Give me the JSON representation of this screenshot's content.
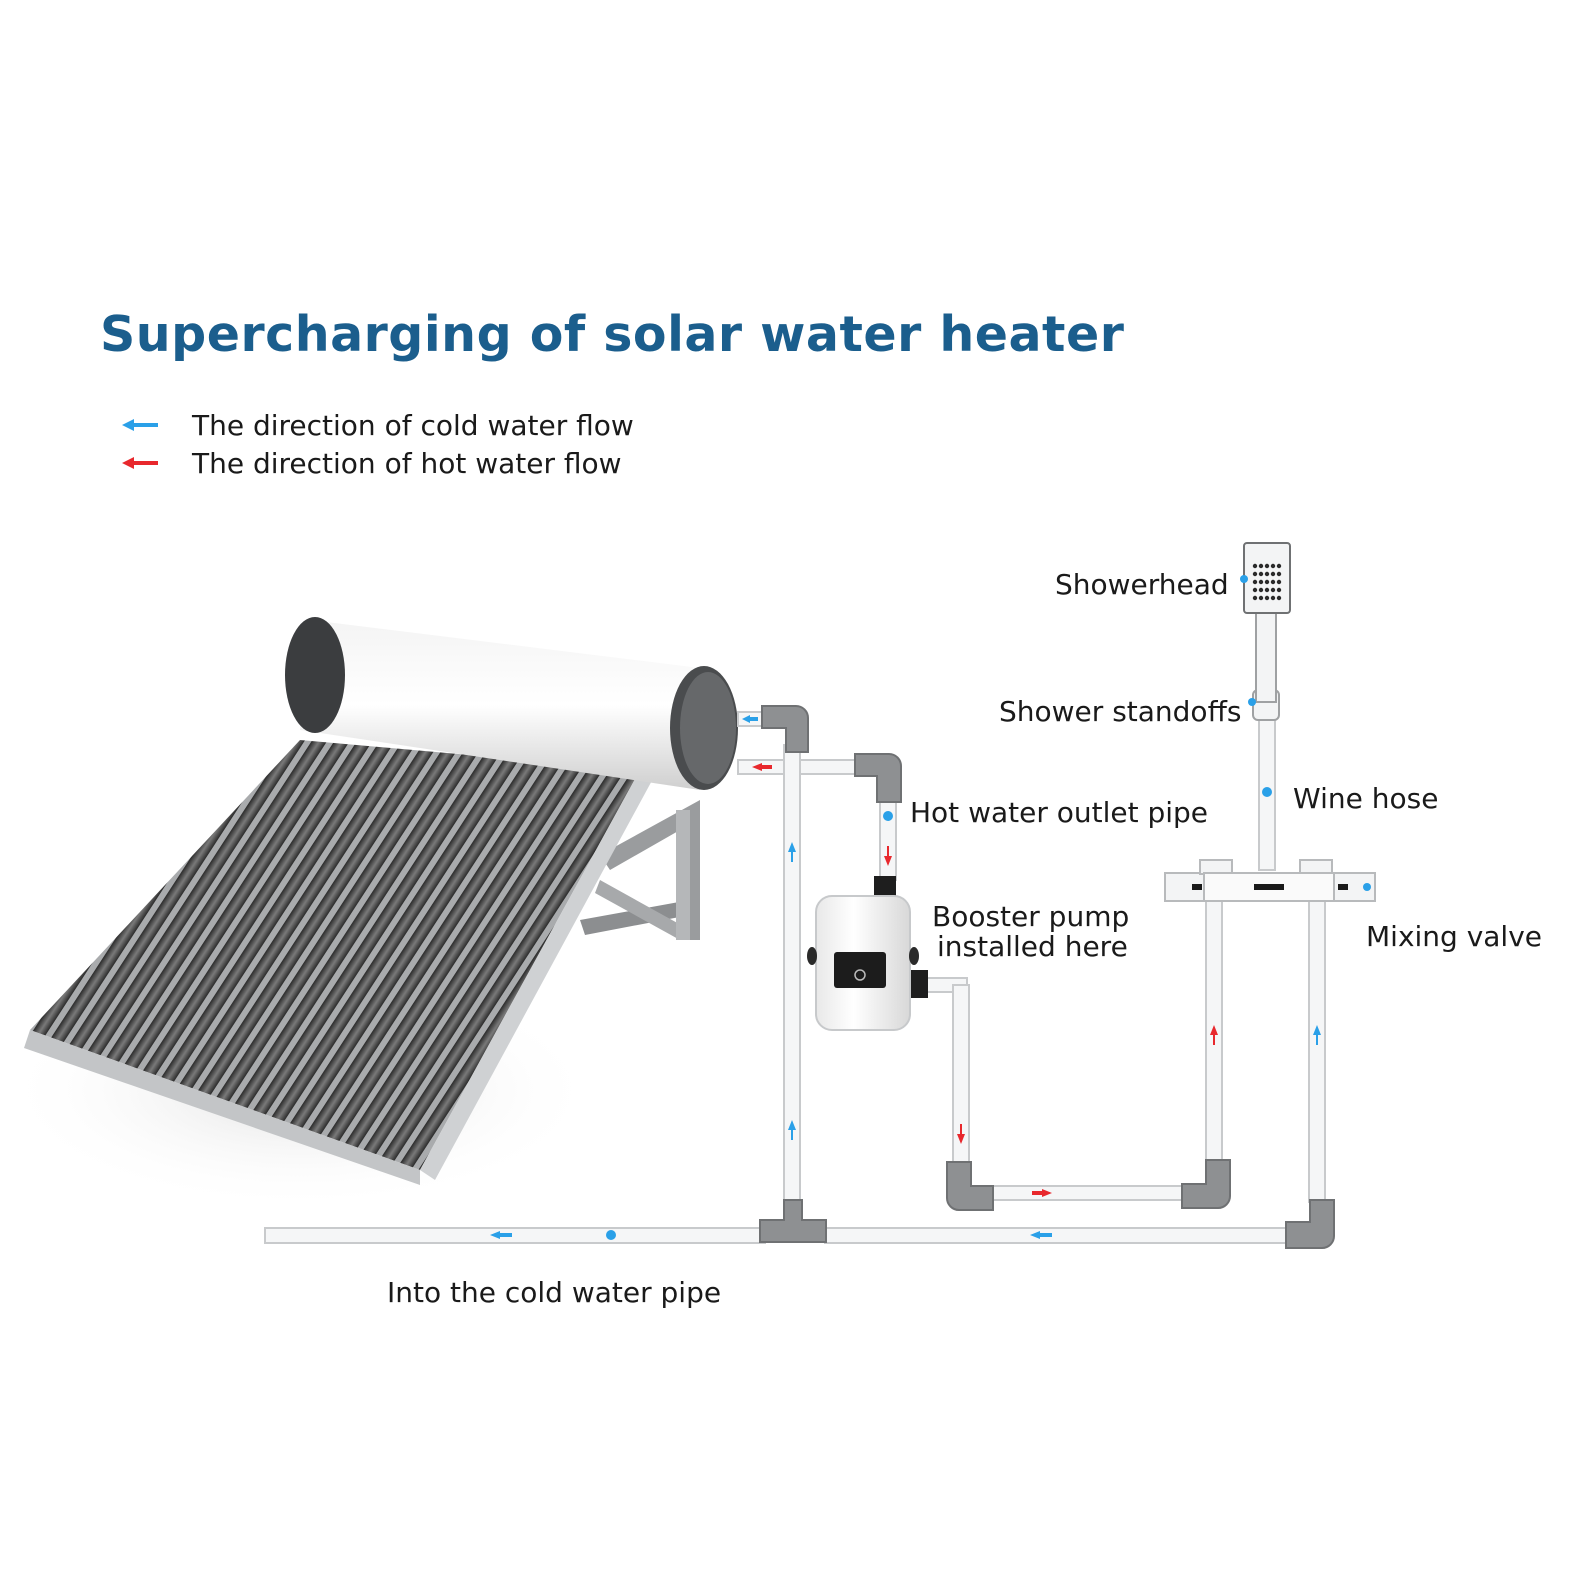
{
  "title": "Supercharging of solar water heater",
  "legend": [
    {
      "label": "The direction of cold water flow",
      "color": "#2aa0e8"
    },
    {
      "label": "The direction of hot water flow",
      "color": "#e8282d"
    }
  ],
  "labels": {
    "showerhead": "Showerhead",
    "shower_standoffs": "Shower standoffs",
    "wine_hose": "Wine hose",
    "hot_water_outlet_pipe": "Hot water outlet pipe",
    "booster_pump_line1": "Booster pump",
    "booster_pump_line2": "installed here",
    "mixing_valve": "Mixing valve",
    "cold_water_pipe": "Into the cold water pipe"
  },
  "colors": {
    "title": "#1b5e8d",
    "cold": "#2aa0e8",
    "hot": "#e8282d",
    "pipe": "#d6d8da",
    "fitting": "#8e9092"
  }
}
